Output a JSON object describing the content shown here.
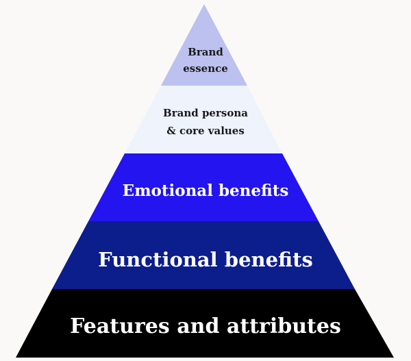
{
  "tiers": [
    {
      "label": "Brand\nessence",
      "color": "#bcc1f0"
    },
    {
      "label": "Brand persona\n& core values",
      "color": "#eef3fc"
    },
    {
      "label": "Emotional benefits",
      "color": "#2314f0"
    },
    {
      "label": "Functional benefits",
      "color": "#0c1d8c"
    },
    {
      "label": "Features and attributes",
      "color": "#000000"
    }
  ]
}
